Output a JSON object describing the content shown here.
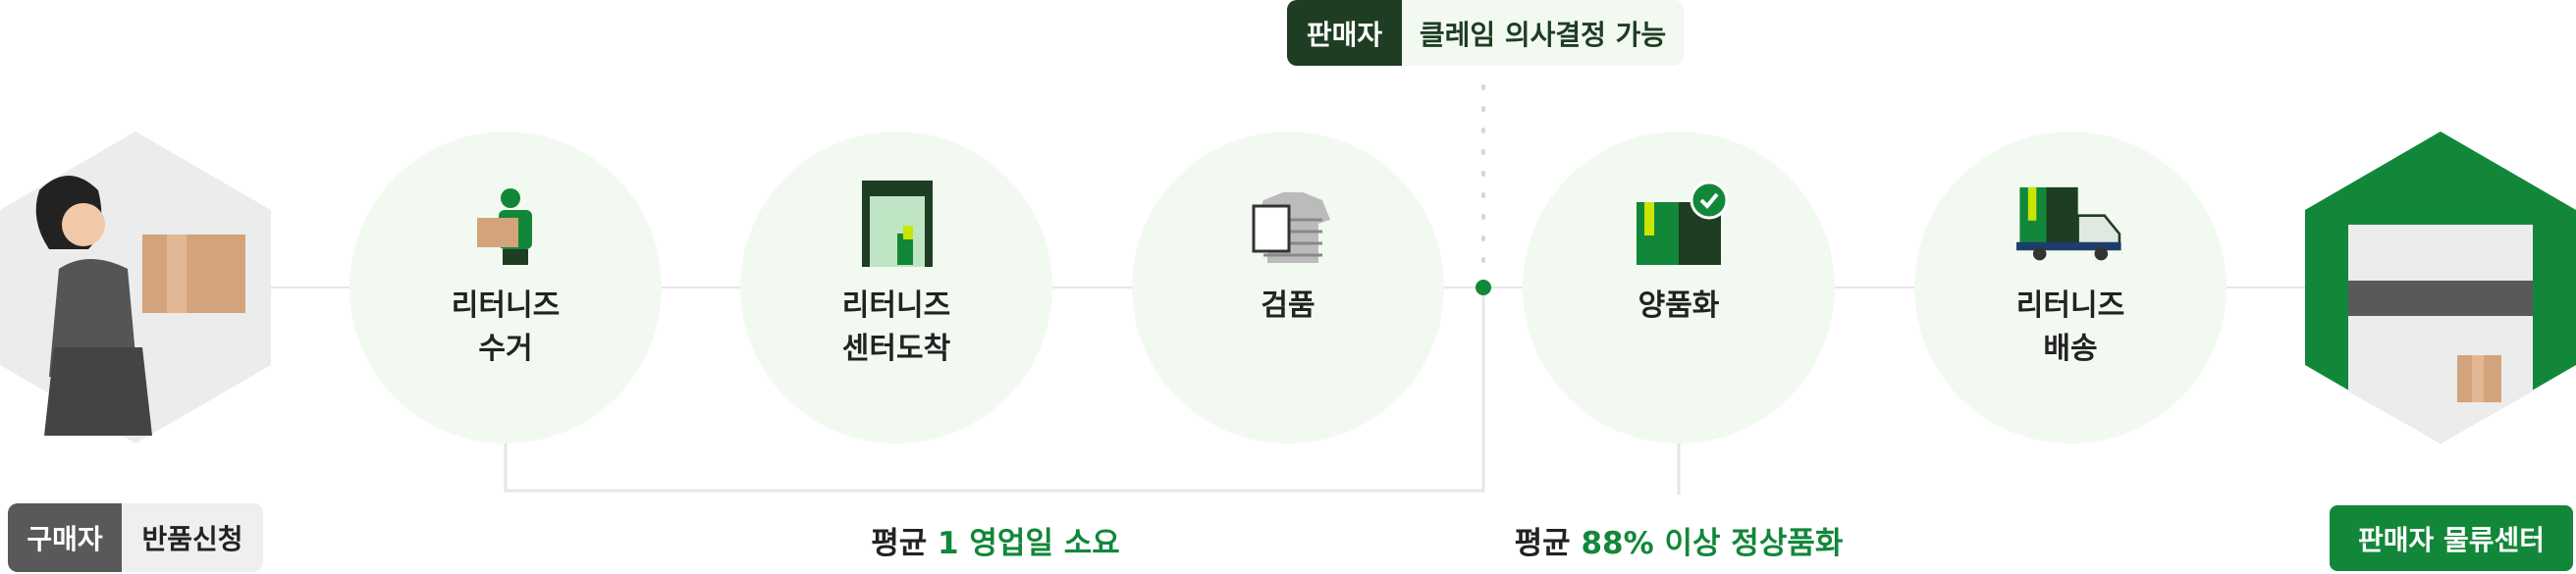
{
  "top_badge": {
    "role": "판매자",
    "text": "클레임 의사결정 가능"
  },
  "steps": [
    {
      "label": "리터니즈\n수거",
      "icon": "courier-carrying-box-icon"
    },
    {
      "label": "리터니즈\n센터도착",
      "icon": "warehouse-door-icon"
    },
    {
      "label": "검품",
      "icon": "shirt-inspection-icon"
    },
    {
      "label": "양품화",
      "icon": "approved-box-icon"
    },
    {
      "label": "리터니즈\n배송",
      "icon": "delivery-truck-icon"
    }
  ],
  "buyer_badge": {
    "role": "구매자",
    "text": "반품신청"
  },
  "stats": [
    {
      "prefix": "평균 ",
      "highlight": "1 영업일 소요"
    },
    {
      "prefix": "평균 ",
      "highlight": "88% 이상 정상품화"
    }
  ],
  "seller_center_button": "판매자 물류센터",
  "colors": {
    "dark_green": "#1e3d22",
    "green": "#12873a",
    "circle_bg": "#f2f9f1"
  }
}
